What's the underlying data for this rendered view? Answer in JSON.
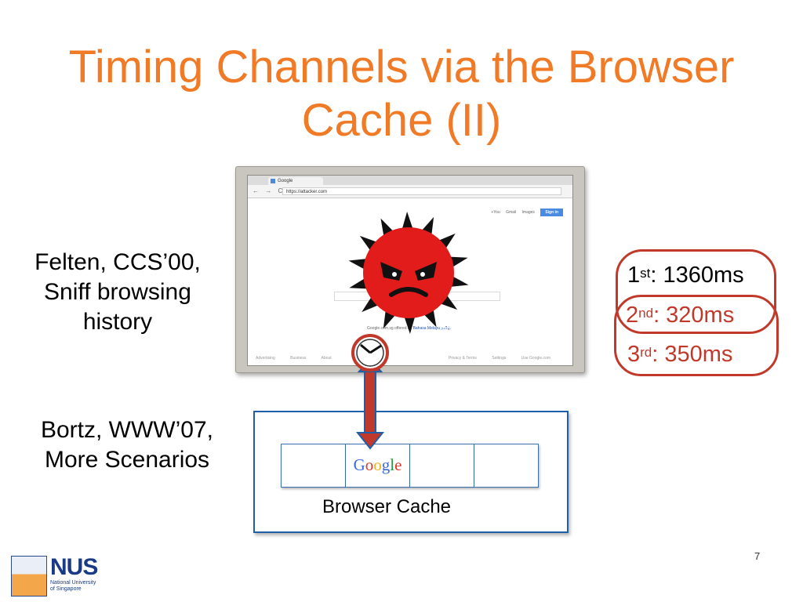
{
  "title": {
    "line1": "Timing Channels via the Browser",
    "line2": "Cache (II)"
  },
  "left_notes": {
    "felten": [
      "Felten, CCS’00,",
      "Sniff browsing",
      "history"
    ],
    "bortz": [
      "Bortz, WWW’07,",
      "More Scenarios"
    ]
  },
  "browser": {
    "tab_title": "Google",
    "url": "https://attacker.com",
    "nav_icons": "← → C ⌂",
    "gbar": [
      "+You",
      "Gmail",
      "Images"
    ],
    "signin": "Sign in",
    "offered_prefix": "Google.com.sg offered in:",
    "offered_links": [
      "Bahasa Melayu",
      "தமிழ்"
    ],
    "footer_left": [
      "Advertising",
      "Business",
      "About"
    ],
    "footer_right": [
      "Privacy & Terms",
      "Settings",
      "Use Google.com"
    ]
  },
  "cache": {
    "label": "Browser Cache",
    "logo_text": "Google",
    "logo_colors": [
      "#3b69d8",
      "#d93a2b",
      "#f2b21b",
      "#3b69d8",
      "#2a9b3d",
      "#d93a2b"
    ]
  },
  "timings": [
    {
      "ordinal": "1",
      "suffix": "st",
      "value": ": 1360ms"
    },
    {
      "ordinal": "2",
      "suffix": "nd",
      "value": ": 320ms"
    },
    {
      "ordinal": "3",
      "suffix": "rd",
      "value": ": 350ms"
    }
  ],
  "page_number": "7",
  "logo": {
    "name": "NUS",
    "subtitle": [
      "National University",
      "of Singapore"
    ]
  },
  "colors": {
    "title": "#f07a26",
    "accent_red": "#c0392b",
    "cache_border": "#1f5fa8",
    "virus": "#e21b1b"
  },
  "icons": [
    "virus-face-icon",
    "clock-icon",
    "double-arrow-icon"
  ]
}
